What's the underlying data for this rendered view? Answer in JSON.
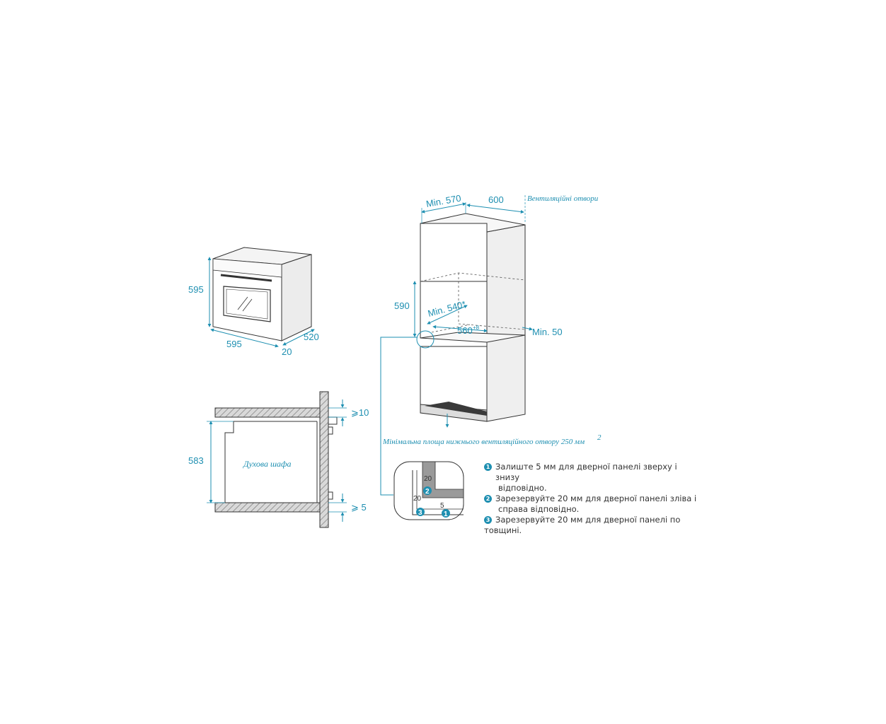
{
  "oven_view": {
    "height_label": "595",
    "width_label": "595",
    "depth_label": "520",
    "front_label": "20"
  },
  "cabinet_view": {
    "min_width_label": "Min. 570",
    "depth_label": "600",
    "vent_label": "Вентиляційні отвори",
    "niche_height_label": "590",
    "niche_depth_label": "Min. 540*",
    "niche_width_label": "560",
    "niche_width_tolerance": "+8",
    "rear_gap_label": "Min. 50",
    "bottom_vent_label": "Мінімальна площа нижнього вентиляційного отвору 250 мм",
    "bottom_vent_superscript": "2"
  },
  "section_view": {
    "height_label": "583",
    "top_gap_label": "⩾10",
    "bottom_gap_label": "⩾ 5",
    "cabinet_label": "Духова шафа"
  },
  "detail_view": {
    "dim_top": "20",
    "dim_left": "20",
    "dim_bottom": "5",
    "marker_1": "1",
    "marker_2": "2",
    "marker_3": "3"
  },
  "legend": {
    "items": [
      {
        "num": "1",
        "text": "Залиште 5 мм для дверної панелі зверху і знизу",
        "cont": "відповідно."
      },
      {
        "num": "2",
        "text": "Зарезервуйте 20 мм для дверної панелі зліва і",
        "cont": "справа відповідно."
      },
      {
        "num": "3",
        "text": "Зарезервуйте 20 мм для дверної панелі по",
        "cont": "товщині."
      }
    ]
  },
  "colors": {
    "dimension": "#1e8fb1",
    "outline": "#333333",
    "hatch": "#8a8a8a"
  }
}
